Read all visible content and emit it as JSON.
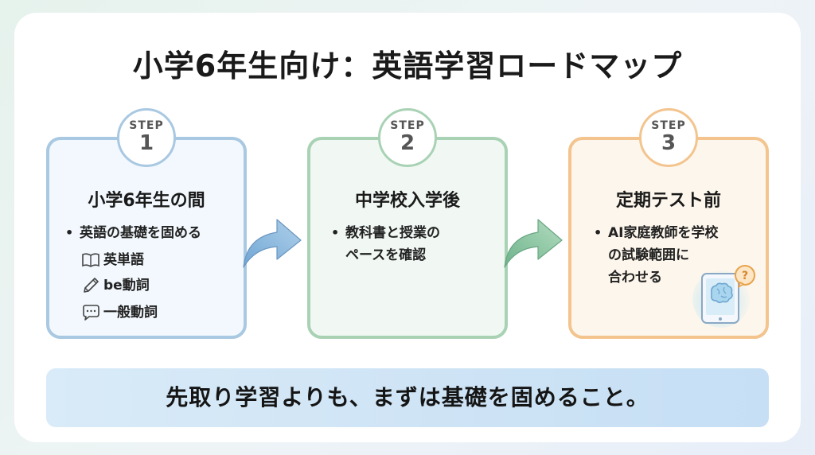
{
  "title": "小学6年生向け：英語学習ロードマップ",
  "steps": [
    {
      "label": "STEP",
      "number": "1",
      "heading": "小学6年生の間",
      "bullet": "英語の基礎を固める",
      "sub_items": [
        {
          "icon": "book-icon",
          "text": "英単語"
        },
        {
          "icon": "pencil-icon",
          "text": "be動詞"
        },
        {
          "icon": "speech-bubble-icon",
          "text": "一般動詞"
        }
      ]
    },
    {
      "label": "STEP",
      "number": "2",
      "heading": "中学校入学後",
      "bullet_line1": "教科書と授業の",
      "bullet_line2": "ペースを確認"
    },
    {
      "label": "STEP",
      "number": "3",
      "heading": "定期テスト前",
      "bullet_line1": "AI家庭教師を学校",
      "bullet_line2": "の試験範囲に",
      "bullet_line3": "合わせる",
      "icon": "ai-tablet-icon"
    }
  ],
  "banner": "先取り学習よりも、まずは基礎を固めること。",
  "colors": {
    "step1": "#a9c8e2",
    "step2": "#a9d2b5",
    "step3": "#f3c48e",
    "arrow1": "#8fb8dc",
    "arrow2": "#8fc6a4",
    "banner": "#cfe4f5"
  }
}
